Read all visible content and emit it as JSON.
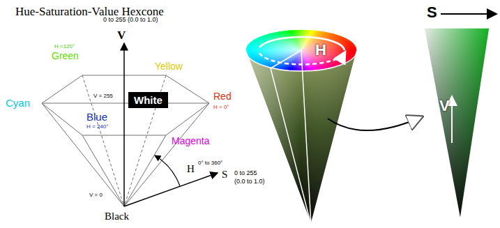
{
  "diagram": {
    "title": "Hue-Saturation-Value Hexcone",
    "nodes": [
      {
        "text": [
          "White"
        ]
      }
    ],
    "edges": [],
    "labels": [
      "0 to 255 (0.0 to 1.0)",
      "V",
      "H =120°",
      "Green",
      "Yellow",
      "V = 255",
      "Cyan",
      "Blue",
      "H = 240°",
      "Red",
      "H = 0°",
      "Magenta",
      "H",
      "0° to 360°",
      "S",
      "0 to 255",
      "(0.0 to 1.0)",
      "V = 0",
      "Black",
      "H",
      "S",
      "V"
    ]
  }
}
